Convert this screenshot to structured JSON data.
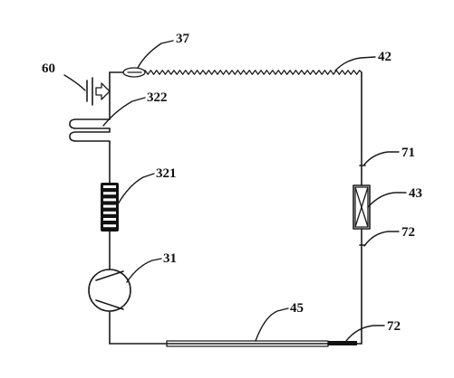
{
  "labels": {
    "capillary_tube": "37",
    "condenser": "42",
    "check_valve": "60",
    "suction_coil": "322",
    "filter_drier": "321",
    "compressor": "31",
    "sensor_upper": "71",
    "expansion_valve": "43",
    "sensor_lower": "72",
    "evaporator": "45",
    "sensor_evaporator_outlet": "72"
  }
}
